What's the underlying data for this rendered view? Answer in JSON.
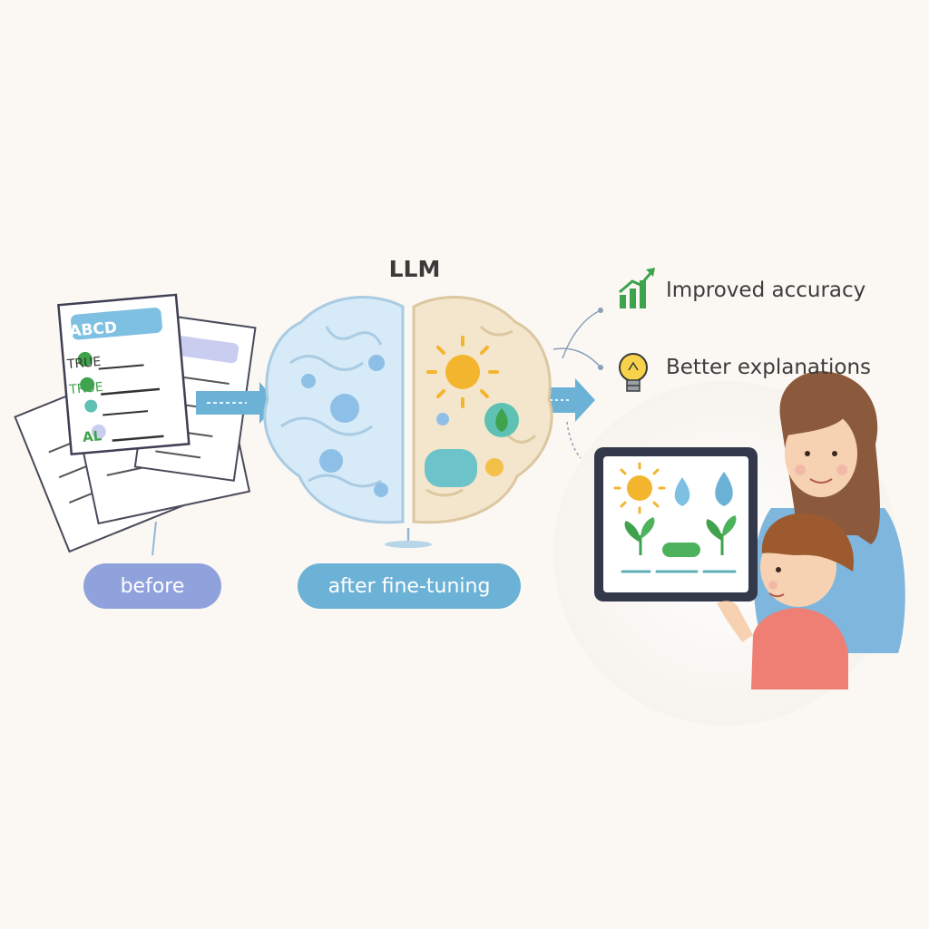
{
  "diagram": {
    "title": "LLM",
    "labels": {
      "before": "before",
      "after": "after fine-tuning"
    },
    "benefits": [
      {
        "label": "Improved accuracy",
        "icon": "growth-chart-icon"
      },
      {
        "label": "Better explanations",
        "icon": "lightbulb-icon"
      }
    ],
    "document": {
      "header": "ABCD",
      "lines": [
        "TRUE",
        "TRUE",
        "AL"
      ]
    },
    "colors": {
      "background": "#fbf8f3",
      "before_pill": "#8fa2dc",
      "after_pill": "#6cb2d6",
      "brain_left": "#d6eaf7",
      "brain_right": "#f4e6cc",
      "arrow": "#6cb2d6",
      "accent_green": "#3fa34d"
    }
  }
}
